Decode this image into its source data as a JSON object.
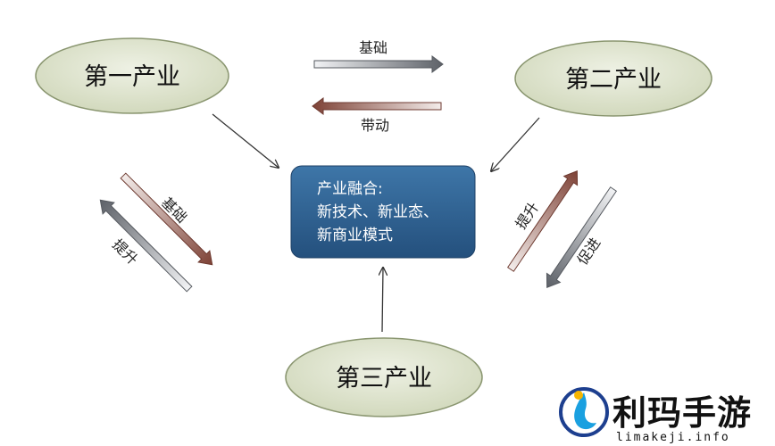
{
  "nodes": {
    "primary": "第一产业",
    "secondary": "第二产业",
    "tertiary": "第三产业"
  },
  "center": {
    "line1": "产业融合:",
    "line2": "新技术、新业态、",
    "line3": "新商业模式"
  },
  "labels": {
    "top_right": "基础",
    "top_left": "带动",
    "left_down": "基础",
    "left_up": "提升",
    "right_up": "提升",
    "right_down": "促进"
  },
  "logo": {
    "name": "利玛手游",
    "url": "limakeji.info"
  },
  "colors": {
    "ellipse_fill": "#dde3cc",
    "ellipse_stroke": "#8a9670",
    "center_fill": "#2f5e8c",
    "arrow_gray": "#6b6f75",
    "arrow_brown": "#8b5045"
  }
}
